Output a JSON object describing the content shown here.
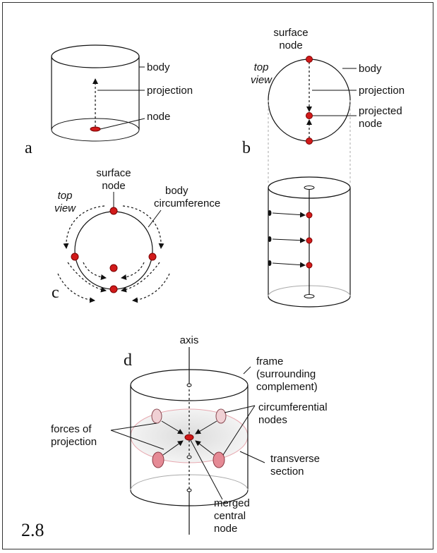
{
  "panel_a": {
    "letter": "a",
    "body": "body",
    "projection": "projection",
    "node": "node"
  },
  "panel_b": {
    "letter": "b",
    "surface_node_1": "surface",
    "surface_node_2": "node",
    "top_view_1": "top",
    "top_view_2": "view",
    "body": "body",
    "projection": "projection",
    "projected_node_1": "projected",
    "projected_node_2": "node"
  },
  "panel_c": {
    "letter": "c",
    "surface_node_1": "surface",
    "surface_node_2": "node",
    "top_view_1": "top",
    "top_view_2": "view",
    "body_circ_1": "body",
    "body_circ_2": "circumference"
  },
  "panel_d": {
    "letter": "d",
    "axis": "axis",
    "frame_1": "frame",
    "frame_2": "(surrounding",
    "frame_3": "complement)",
    "circ_nodes_1": "circumferential",
    "circ_nodes_2": "nodes",
    "forces_1": "forces of",
    "forces_2": "projection",
    "transverse_1": "transverse",
    "transverse_2": "section",
    "merged_1": "merged",
    "merged_2": "central",
    "merged_3": "node"
  },
  "figure_number": "2.8",
  "colors": {
    "node": "#d11a1a",
    "pink_node": "#e58a95",
    "section": "#e6e6e6"
  }
}
